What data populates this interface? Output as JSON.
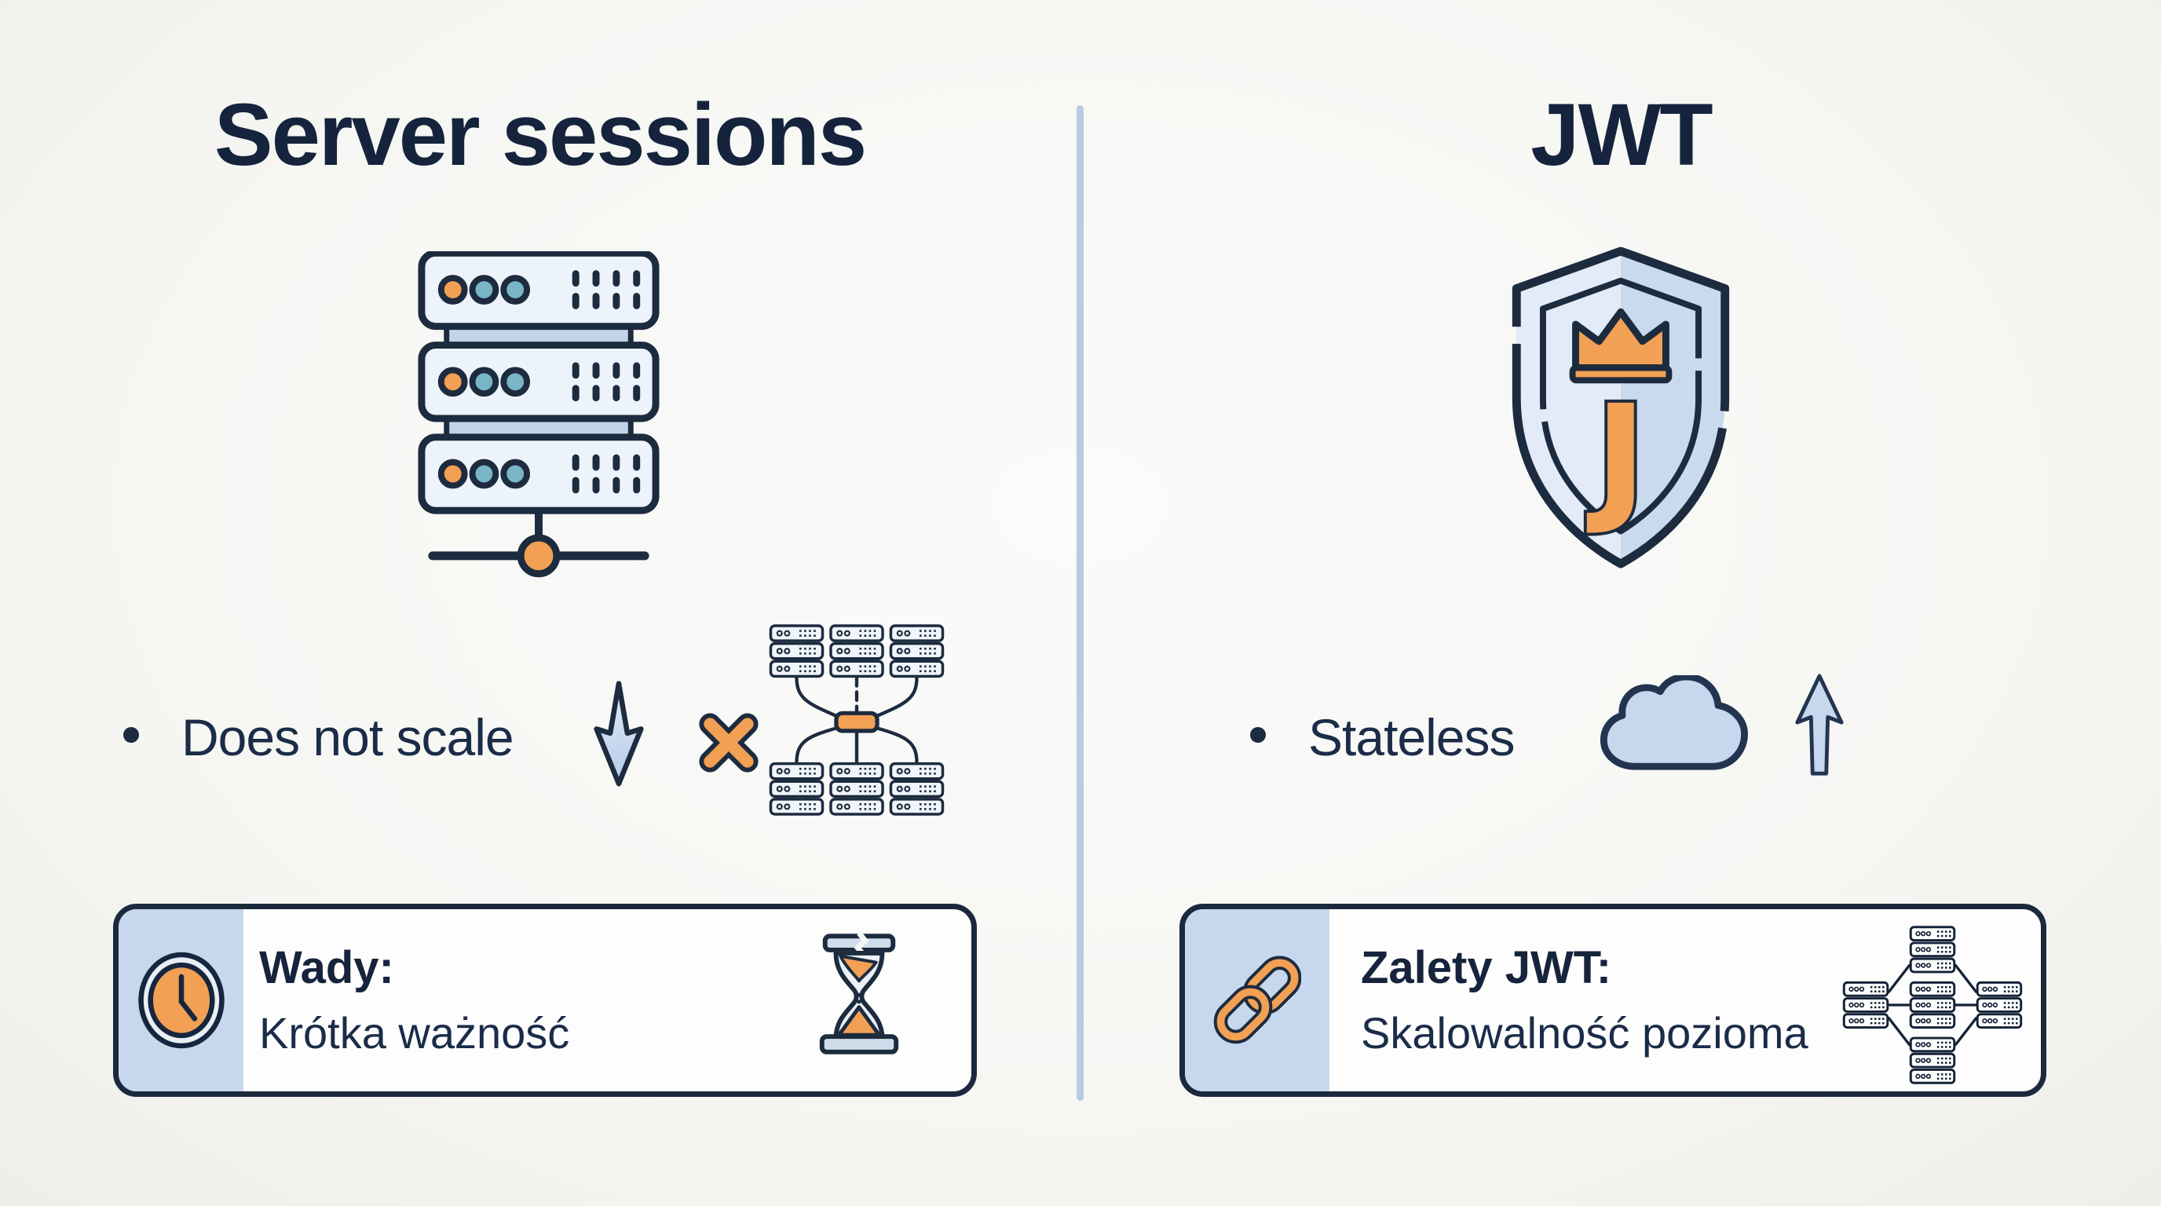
{
  "left": {
    "title": "Server sessions",
    "bullet_label": "Does not scale",
    "callout": {
      "heading": "Wady:",
      "body": "Krótka ważność"
    }
  },
  "right": {
    "title": "JWT",
    "bullet_label": "Stateless",
    "callout": {
      "heading": "Zalety JWT:",
      "body": "Skalowalność pozioma"
    }
  },
  "colors": {
    "background": "#f6f6f3",
    "ink_navy": "#1d2b3f",
    "text_navy": "#15243c",
    "accent_orange": "#f2a054",
    "teal": "#7ab5c5",
    "light_blue_panel": "#c7d8ee",
    "pale_blue_fill": "#edf3fa",
    "divider_blue": "#b7cce2"
  },
  "icons": {
    "left_top": "server-rack-icon",
    "left_bullet": [
      "down-arrow-icon",
      "x-mark-icon",
      "server-cluster-icon"
    ],
    "left_callout": [
      "clock-icon",
      "broken-hourglass-icon"
    ],
    "right_top": "jwt-shield-icon",
    "right_bullet": [
      "cloud-icon",
      "up-arrow-icon"
    ],
    "right_callout": [
      "chain-link-icon",
      "horizontal-scaling-icon"
    ]
  }
}
